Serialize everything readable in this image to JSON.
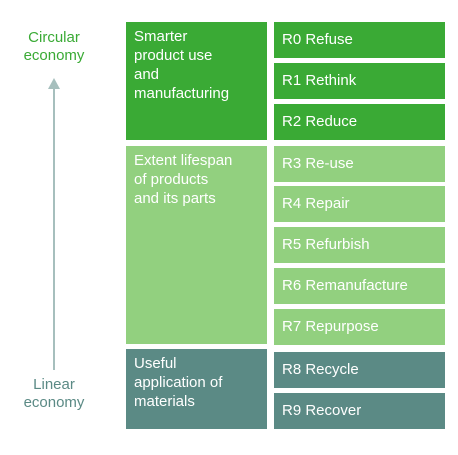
{
  "axis": {
    "top_label": "Circular\neconomy",
    "bottom_label": "Linear\neconomy"
  },
  "groups": [
    {
      "label": "Smarter\nproduct use\nand\nmanufacturing"
    },
    {
      "label": "Extent lifespan\nof products\nand its parts"
    },
    {
      "label": "Useful\napplication of\nmaterials"
    }
  ],
  "strategies": [
    "R0 Refuse",
    "R1 Rethink",
    "R2 Reduce",
    "R3 Re-use",
    "R4 Repair",
    "R5 Refurbish",
    "R6 Remanufacture",
    "R7 Repurpose",
    "R8 Recycle",
    "R9 Recover"
  ],
  "colors": {
    "dark_green": "#3aaa35",
    "light_green": "#92d07f",
    "teal": "#5b8a85"
  }
}
